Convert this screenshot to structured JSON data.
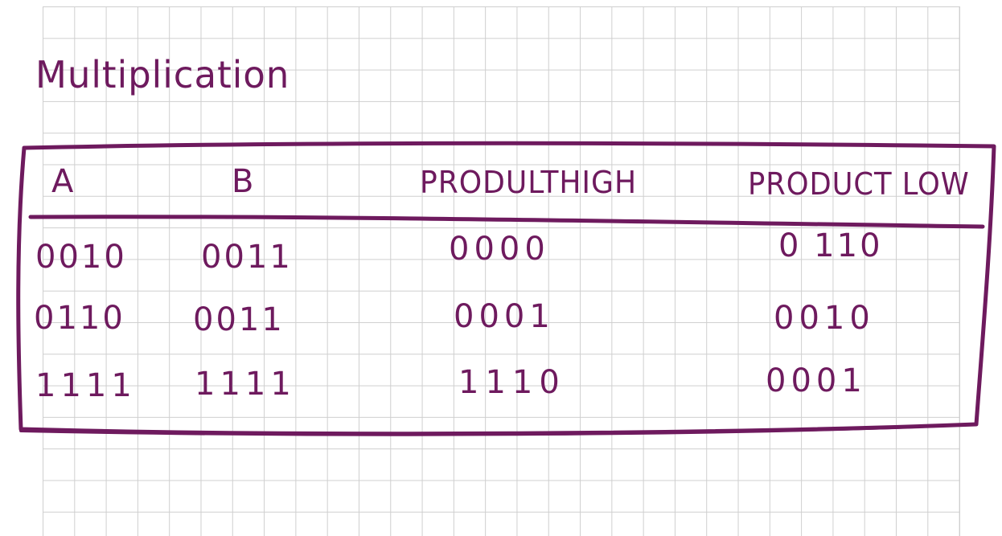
{
  "title": "Multiplication",
  "ink_color": "#6e1a5e",
  "table": {
    "headers": [
      "A",
      "B",
      "PRODULTHIGH",
      "PRODUCT LOW"
    ],
    "rows": [
      [
        "0010",
        "0011",
        "0000",
        "0 110"
      ],
      [
        "0110",
        "0011",
        "0001",
        "0010"
      ],
      [
        "1111",
        "1111",
        "1110",
        "0001"
      ]
    ]
  }
}
